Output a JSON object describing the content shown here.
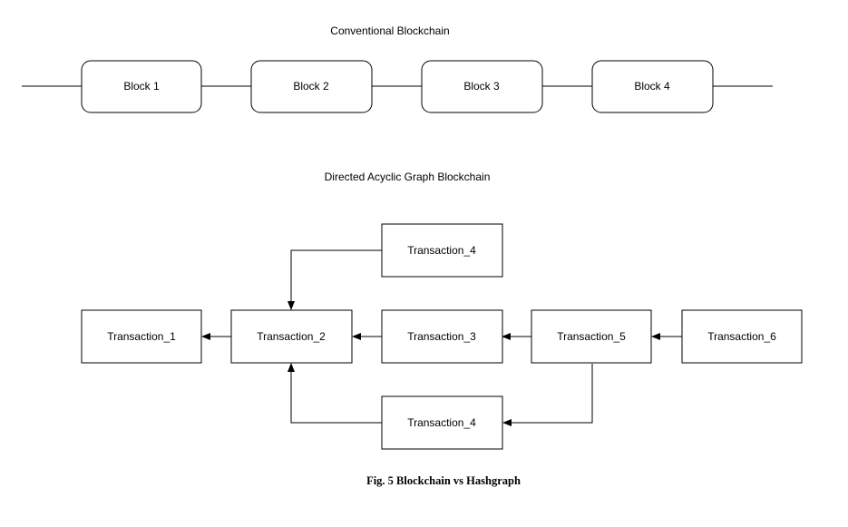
{
  "conventional": {
    "title": "Conventional Blockchain",
    "blocks": [
      "Block 1",
      "Block 2",
      "Block 3",
      "Block 4"
    ]
  },
  "dag": {
    "title": "Directed Acyclic Graph Blockchain",
    "transactions": {
      "t1": "Transaction_1",
      "t2": "Transaction_2",
      "t3": "Transaction_3",
      "t4_top": "Transaction_4",
      "t5": "Transaction_5",
      "t6": "Transaction_6",
      "t4_bottom": "Transaction_4"
    }
  },
  "caption": "Fig. 5 Blockchain vs Hashgraph",
  "colors": {
    "stroke": "#000000",
    "background": "#ffffff"
  }
}
